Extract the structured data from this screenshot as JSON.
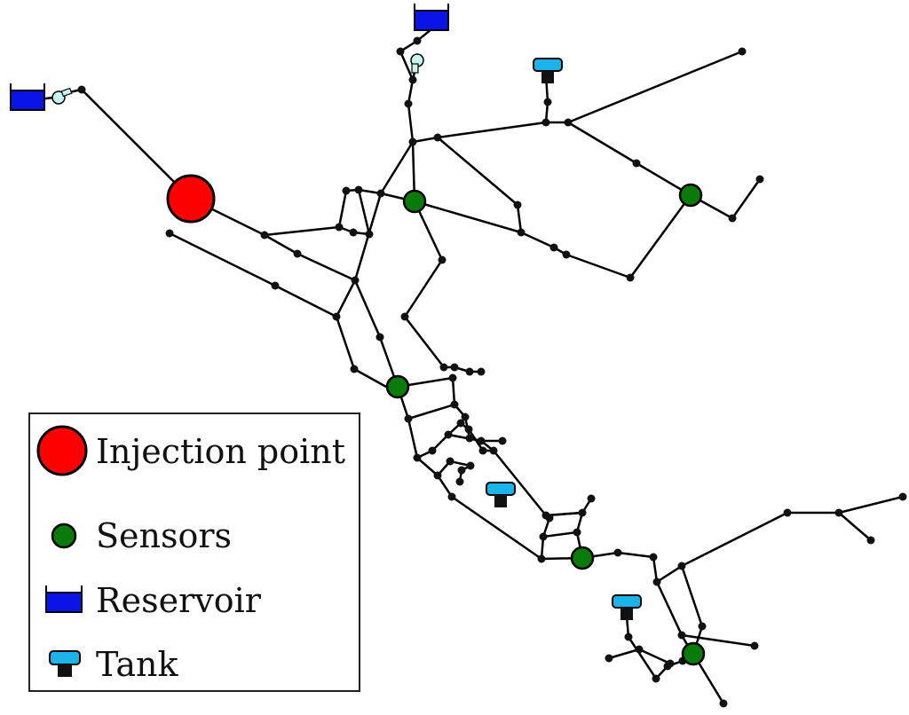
{
  "legend": {
    "injection_label": "Injection point",
    "sensors_label": "Sensors",
    "reservoir_label": "Reservoir",
    "tank_label": "Tank"
  },
  "colors": {
    "injection": "#ff0000",
    "sensor": "#0a7a0a",
    "reservoir": "#0a14e6",
    "tank": "#1cb4e8",
    "valve": "#c8f5ef",
    "pipe": "#000000"
  },
  "icons": {
    "injection": "injection-point-icon",
    "sensor": "sensor-icon",
    "reservoir": "reservoir-icon",
    "tank": "tank-icon",
    "valve": "valve-icon"
  }
}
